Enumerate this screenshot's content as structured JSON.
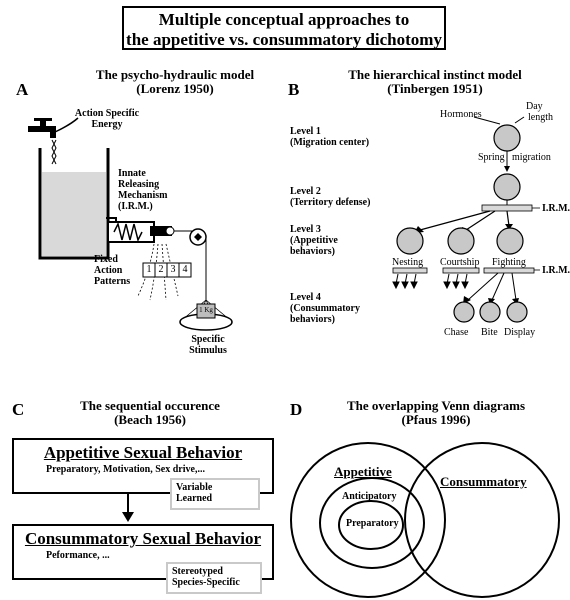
{
  "title_line1": "Multiple conceptual approaches to",
  "title_line2": "the appetitive vs. consummatory dichotomy",
  "panel_a": {
    "letter": "A",
    "title1": "The psycho-hydraulic model",
    "title2": "(Lorenz 1950)",
    "label_energy1": "Action Specific",
    "label_energy2": "Energy",
    "label_irm1": "Innate",
    "label_irm2": "Releasing",
    "label_irm3": "Mechanism",
    "label_irm4": "(I.R.M.)",
    "label_fap1": "Fixed",
    "label_fap2": "Action",
    "label_fap3": "Patterns",
    "trough_cells": [
      "1",
      "2",
      "3",
      "4"
    ],
    "weight": "1 Kg",
    "label_stim1": "Specific",
    "label_stim2": "Stimulus"
  },
  "panel_b": {
    "letter": "B",
    "title1": "The hierarchical instinct model",
    "title2": "(Tinbergen 1951)",
    "levels": [
      {
        "l1": "Level 1",
        "l2": "(Migration center)",
        "l3": ""
      },
      {
        "l1": "Level 2",
        "l2": "(Territory defense)",
        "l3": ""
      },
      {
        "l1": "Level 3",
        "l2": "(Appetitive",
        "l3": "behaviors)"
      },
      {
        "l1": "Level 4",
        "l2": "(Consummatory",
        "l3": "behaviors)"
      }
    ],
    "hormones": "Hormones",
    "day": "Day",
    "length": "length",
    "spring": "Spring",
    "migration": "migration",
    "irm": "I.R.M.",
    "nesting": "Nesting",
    "courtship": "Courtship",
    "fighting": "Fighting",
    "chase": "Chase",
    "bite": "Bite",
    "display": "Display"
  },
  "panel_c": {
    "letter": "C",
    "title1": "The sequential occurence",
    "title2": "(Beach 1956)",
    "box1_title": "Appetitive Sexual Behavior",
    "box1_sub": "Preparatory, Motivation, Sex drive,...",
    "tag1_l1": "Variable",
    "tag1_l2": "Learned",
    "box2_title": "Consummatory Sexual Behavior",
    "box2_sub": "Peformance, ...",
    "tag2_l1": "Stereotyped",
    "tag2_l2": "Species-Specific"
  },
  "panel_d": {
    "letter": "D",
    "title1": "The overlapping Venn diagrams",
    "title2": "(Pfaus 1996)",
    "appetitive": "Appetitive",
    "consummatory": "Consummatory",
    "anticipatory": "Anticipatory",
    "preparatory": "Preparatory"
  }
}
